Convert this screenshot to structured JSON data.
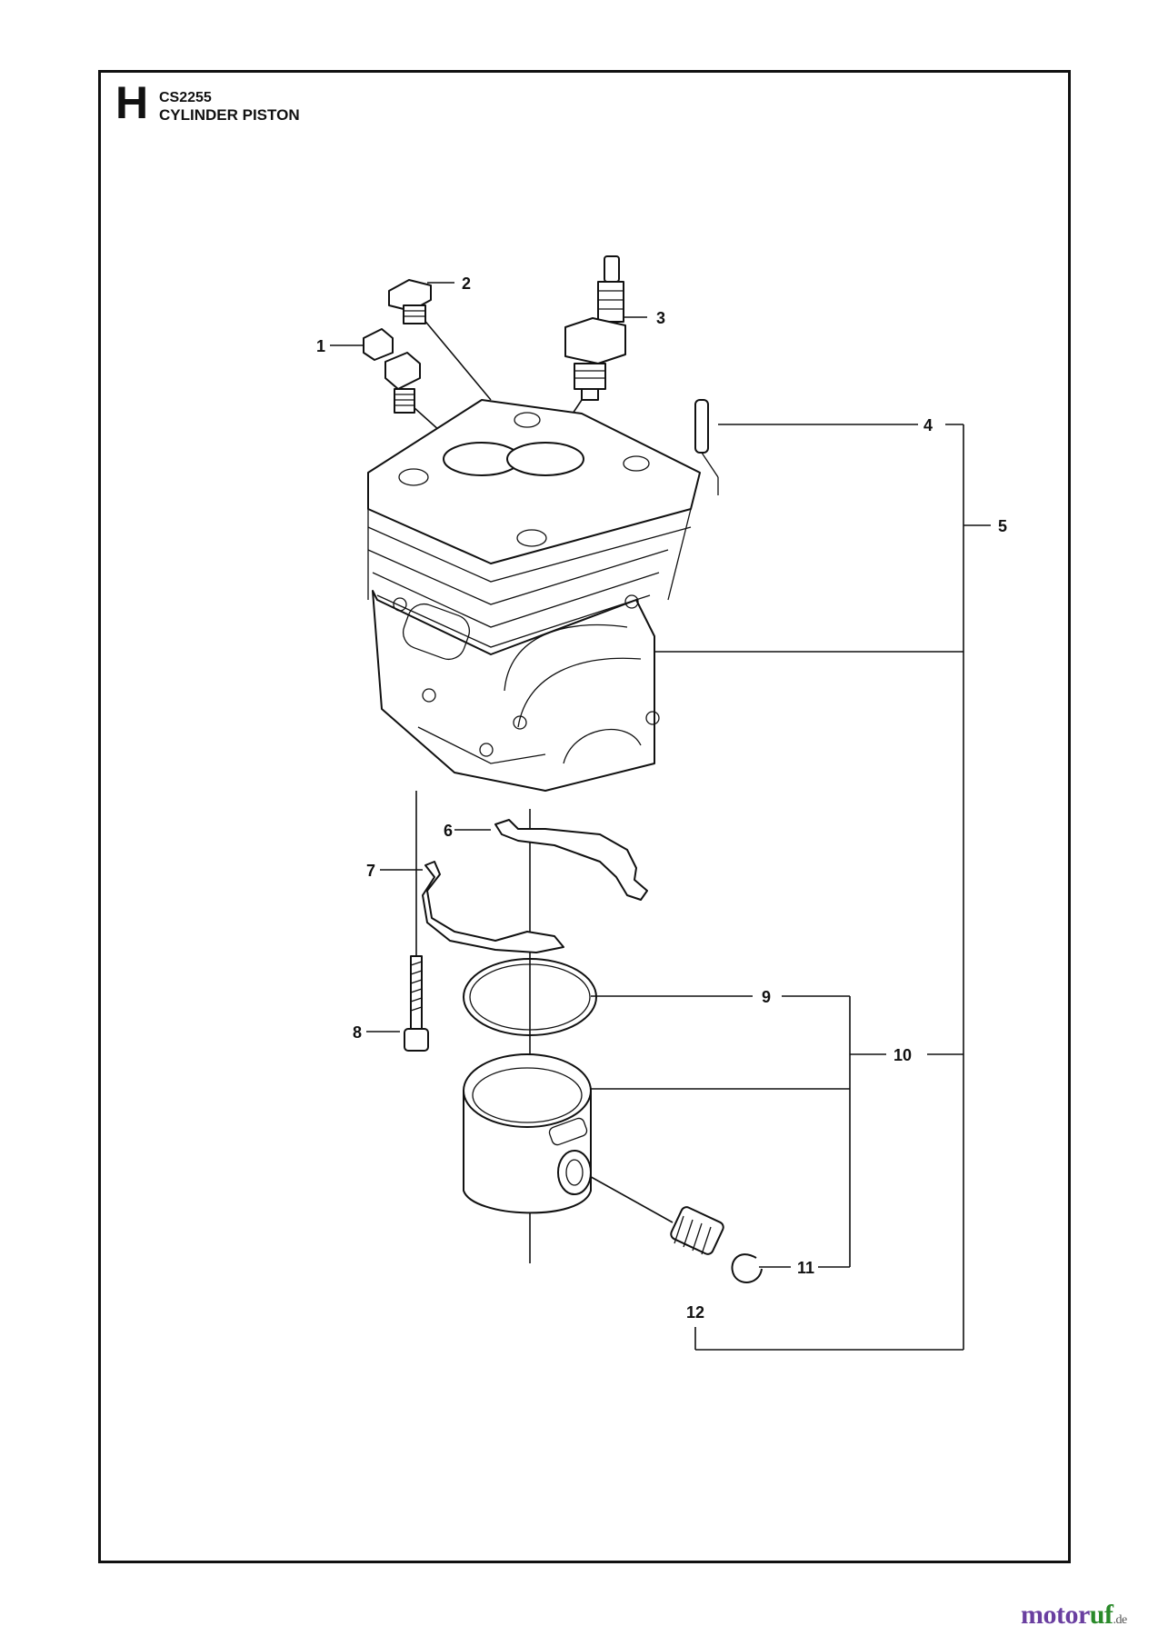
{
  "header": {
    "section_letter": "H",
    "model": "CS2255",
    "title": "CYLINDER PISTON"
  },
  "callouts": [
    "1",
    "2",
    "3",
    "4",
    "5",
    "6",
    "7",
    "8",
    "9",
    "10",
    "11",
    "12"
  ],
  "watermark": {
    "part1": "motor",
    "part2": "uf",
    "domain": ".de"
  },
  "colors": {
    "line": "#111111",
    "watermark": "#6a3fa0",
    "watermark_accent": "#2a8a2a"
  }
}
